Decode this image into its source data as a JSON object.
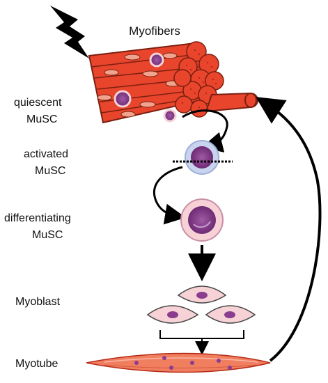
{
  "labels": {
    "myofibers": "Myofibers",
    "quiescent_line1": "quiescent",
    "quiescent_line2": "MuSC",
    "activated_line1": "activated",
    "activated_line2": "MuSC",
    "differentiating_line1": "differentiating",
    "differentiating_line2": "MuSC",
    "myoblast": "Myoblast",
    "myotube": "Myotube"
  },
  "icons": {
    "injury": "lightning-bolt-icon"
  },
  "colors": {
    "muscle_fill": "#E8452C",
    "muscle_dark": "#B52A16",
    "muscle_line": "#7A1F10",
    "nucleus_light": "#F2A38E",
    "musc_purple": "#8A3C8F",
    "musc_light": "#D6B4D9",
    "activated_halo": "#C8D3EE",
    "myoblast_fill": "#F6D2D6",
    "myotube_fill": "#F07F60",
    "arrow": "#000000"
  }
}
